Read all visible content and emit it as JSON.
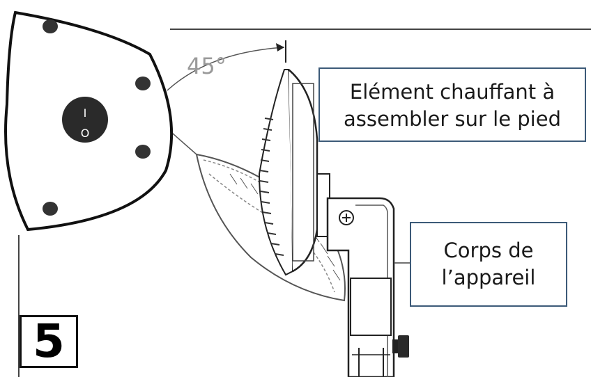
{
  "angle_label": "45°",
  "callouts": {
    "heating_element": {
      "line1": "Elément chauffant à",
      "line2": "assembler sur le pied"
    },
    "body": {
      "line1": "Corps de",
      "line2": "l’appareil"
    }
  },
  "step_number": "5",
  "switch_symbols": {
    "on": "I",
    "off": "O"
  },
  "colors": {
    "callout_border": "#3c5a78",
    "line_art": "#333333",
    "switch": "#2a2a2a"
  }
}
